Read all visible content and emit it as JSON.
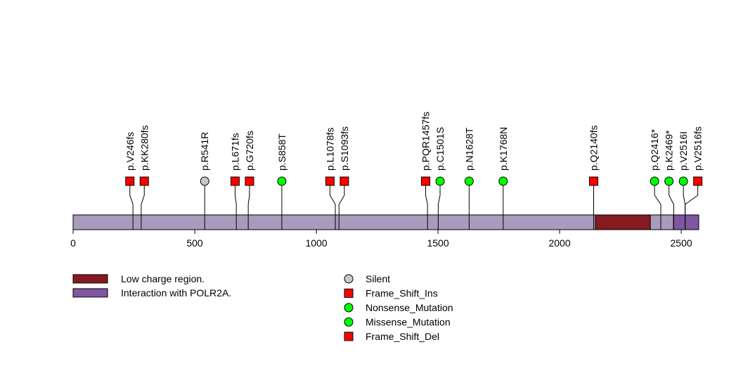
{
  "chart_data": {
    "type": "lollipop",
    "protein_length": 2572,
    "xlim": [
      0,
      2572
    ],
    "x_ticks": [
      0,
      500,
      1000,
      1500,
      2000,
      2500
    ],
    "x_tick_labels": [
      "0",
      "500",
      "1000",
      "1500",
      "2000",
      "2500"
    ],
    "domains": [
      {
        "name": "Low charge region.",
        "start": 2147,
        "end": 2373,
        "color": "#851a21"
      },
      {
        "name": "Interaction with POLR2A.",
        "start": 2468,
        "end": 2572,
        "color": "#7e57a0"
      }
    ],
    "mutations": [
      {
        "label": "p.V246fs",
        "pos": 246,
        "type": "Frame_Shift_Ins"
      },
      {
        "label": "p.KK280fs",
        "pos": 280,
        "type": "Frame_Shift_Ins"
      },
      {
        "label": "p.R541R",
        "pos": 541,
        "type": "Silent"
      },
      {
        "label": "p.L671fs",
        "pos": 671,
        "type": "Frame_Shift_Ins"
      },
      {
        "label": "p.G720fs",
        "pos": 720,
        "type": "Frame_Shift_Ins"
      },
      {
        "label": "p.S858T",
        "pos": 858,
        "type": "Missense_Mutation"
      },
      {
        "label": "p.L1078fs",
        "pos": 1078,
        "type": "Frame_Shift_Ins"
      },
      {
        "label": "p.S1093fs",
        "pos": 1093,
        "type": "Frame_Shift_Ins"
      },
      {
        "label": "p.PQR1457fs",
        "pos": 1457,
        "type": "Frame_Shift_Ins"
      },
      {
        "label": "p.C1501S",
        "pos": 1501,
        "type": "Missense_Mutation"
      },
      {
        "label": "p.N1628T",
        "pos": 1628,
        "type": "Missense_Mutation"
      },
      {
        "label": "p.K1768N",
        "pos": 1768,
        "type": "Missense_Mutation"
      },
      {
        "label": "p.Q2140fs",
        "pos": 2140,
        "type": "Frame_Shift_Ins"
      },
      {
        "label": "p.Q2416*",
        "pos": 2416,
        "type": "Nonsense_Mutation"
      },
      {
        "label": "p.K2469*",
        "pos": 2469,
        "type": "Nonsense_Mutation"
      },
      {
        "label": "p.V2516I",
        "pos": 2516,
        "type": "Missense_Mutation"
      },
      {
        "label": "p.V2516fs",
        "pos": 2516,
        "type": "Frame_Shift_Del"
      }
    ],
    "mutation_legend": [
      {
        "name": "Silent",
        "shape": "circle",
        "color": "#c8c8c8"
      },
      {
        "name": "Frame_Shift_Ins",
        "shape": "square",
        "color": "#ff0000"
      },
      {
        "name": "Nonsense_Mutation",
        "shape": "circle",
        "color": "#00ff00"
      },
      {
        "name": "Missense_Mutation",
        "shape": "circle",
        "color": "#00ff00"
      },
      {
        "name": "Frame_Shift_Del",
        "shape": "square",
        "color": "#ff0000"
      }
    ],
    "backbone_color": "#a99bbd"
  }
}
